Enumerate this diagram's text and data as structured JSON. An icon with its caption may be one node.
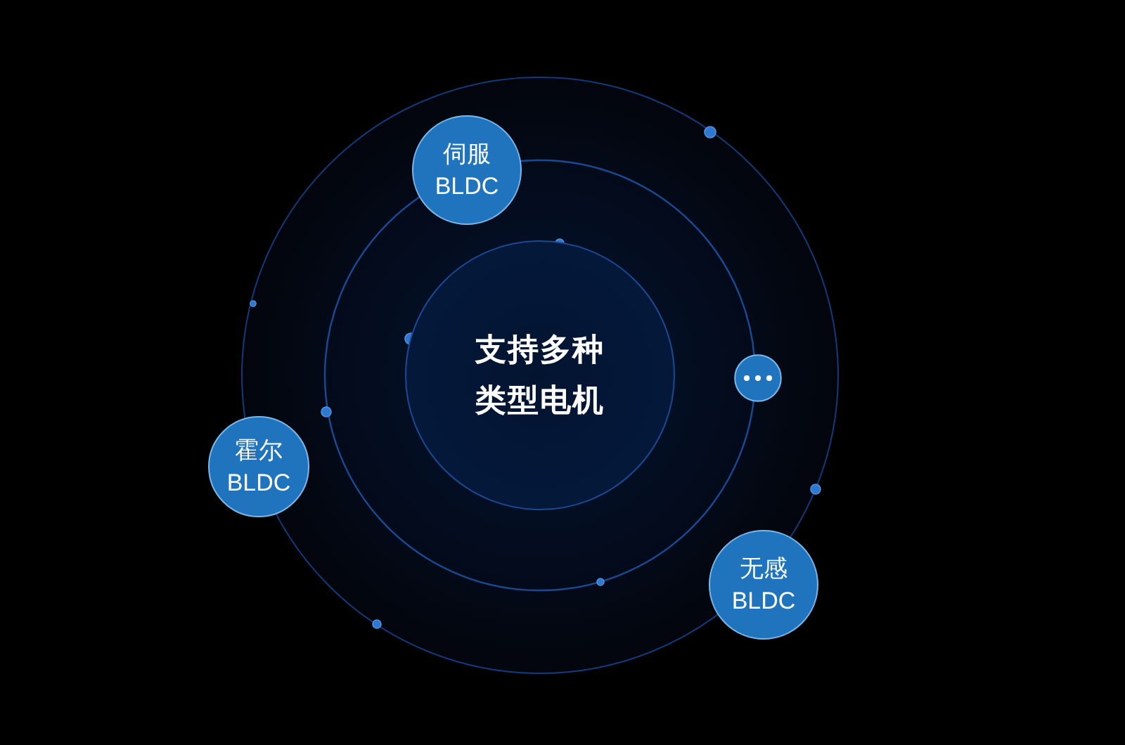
{
  "diagram": {
    "nodes": [
      {
        "text": [
          "支持多种类型电机"
        ]
      },
      {
        "text": [
          "伺服 BLDC"
        ]
      },
      {
        "text": [
          "霍尔 BLDC"
        ]
      },
      {
        "text": [
          "无感 BLDC"
        ]
      },
      {
        "text": [],
        "shape": "circle"
      }
    ]
  }
}
